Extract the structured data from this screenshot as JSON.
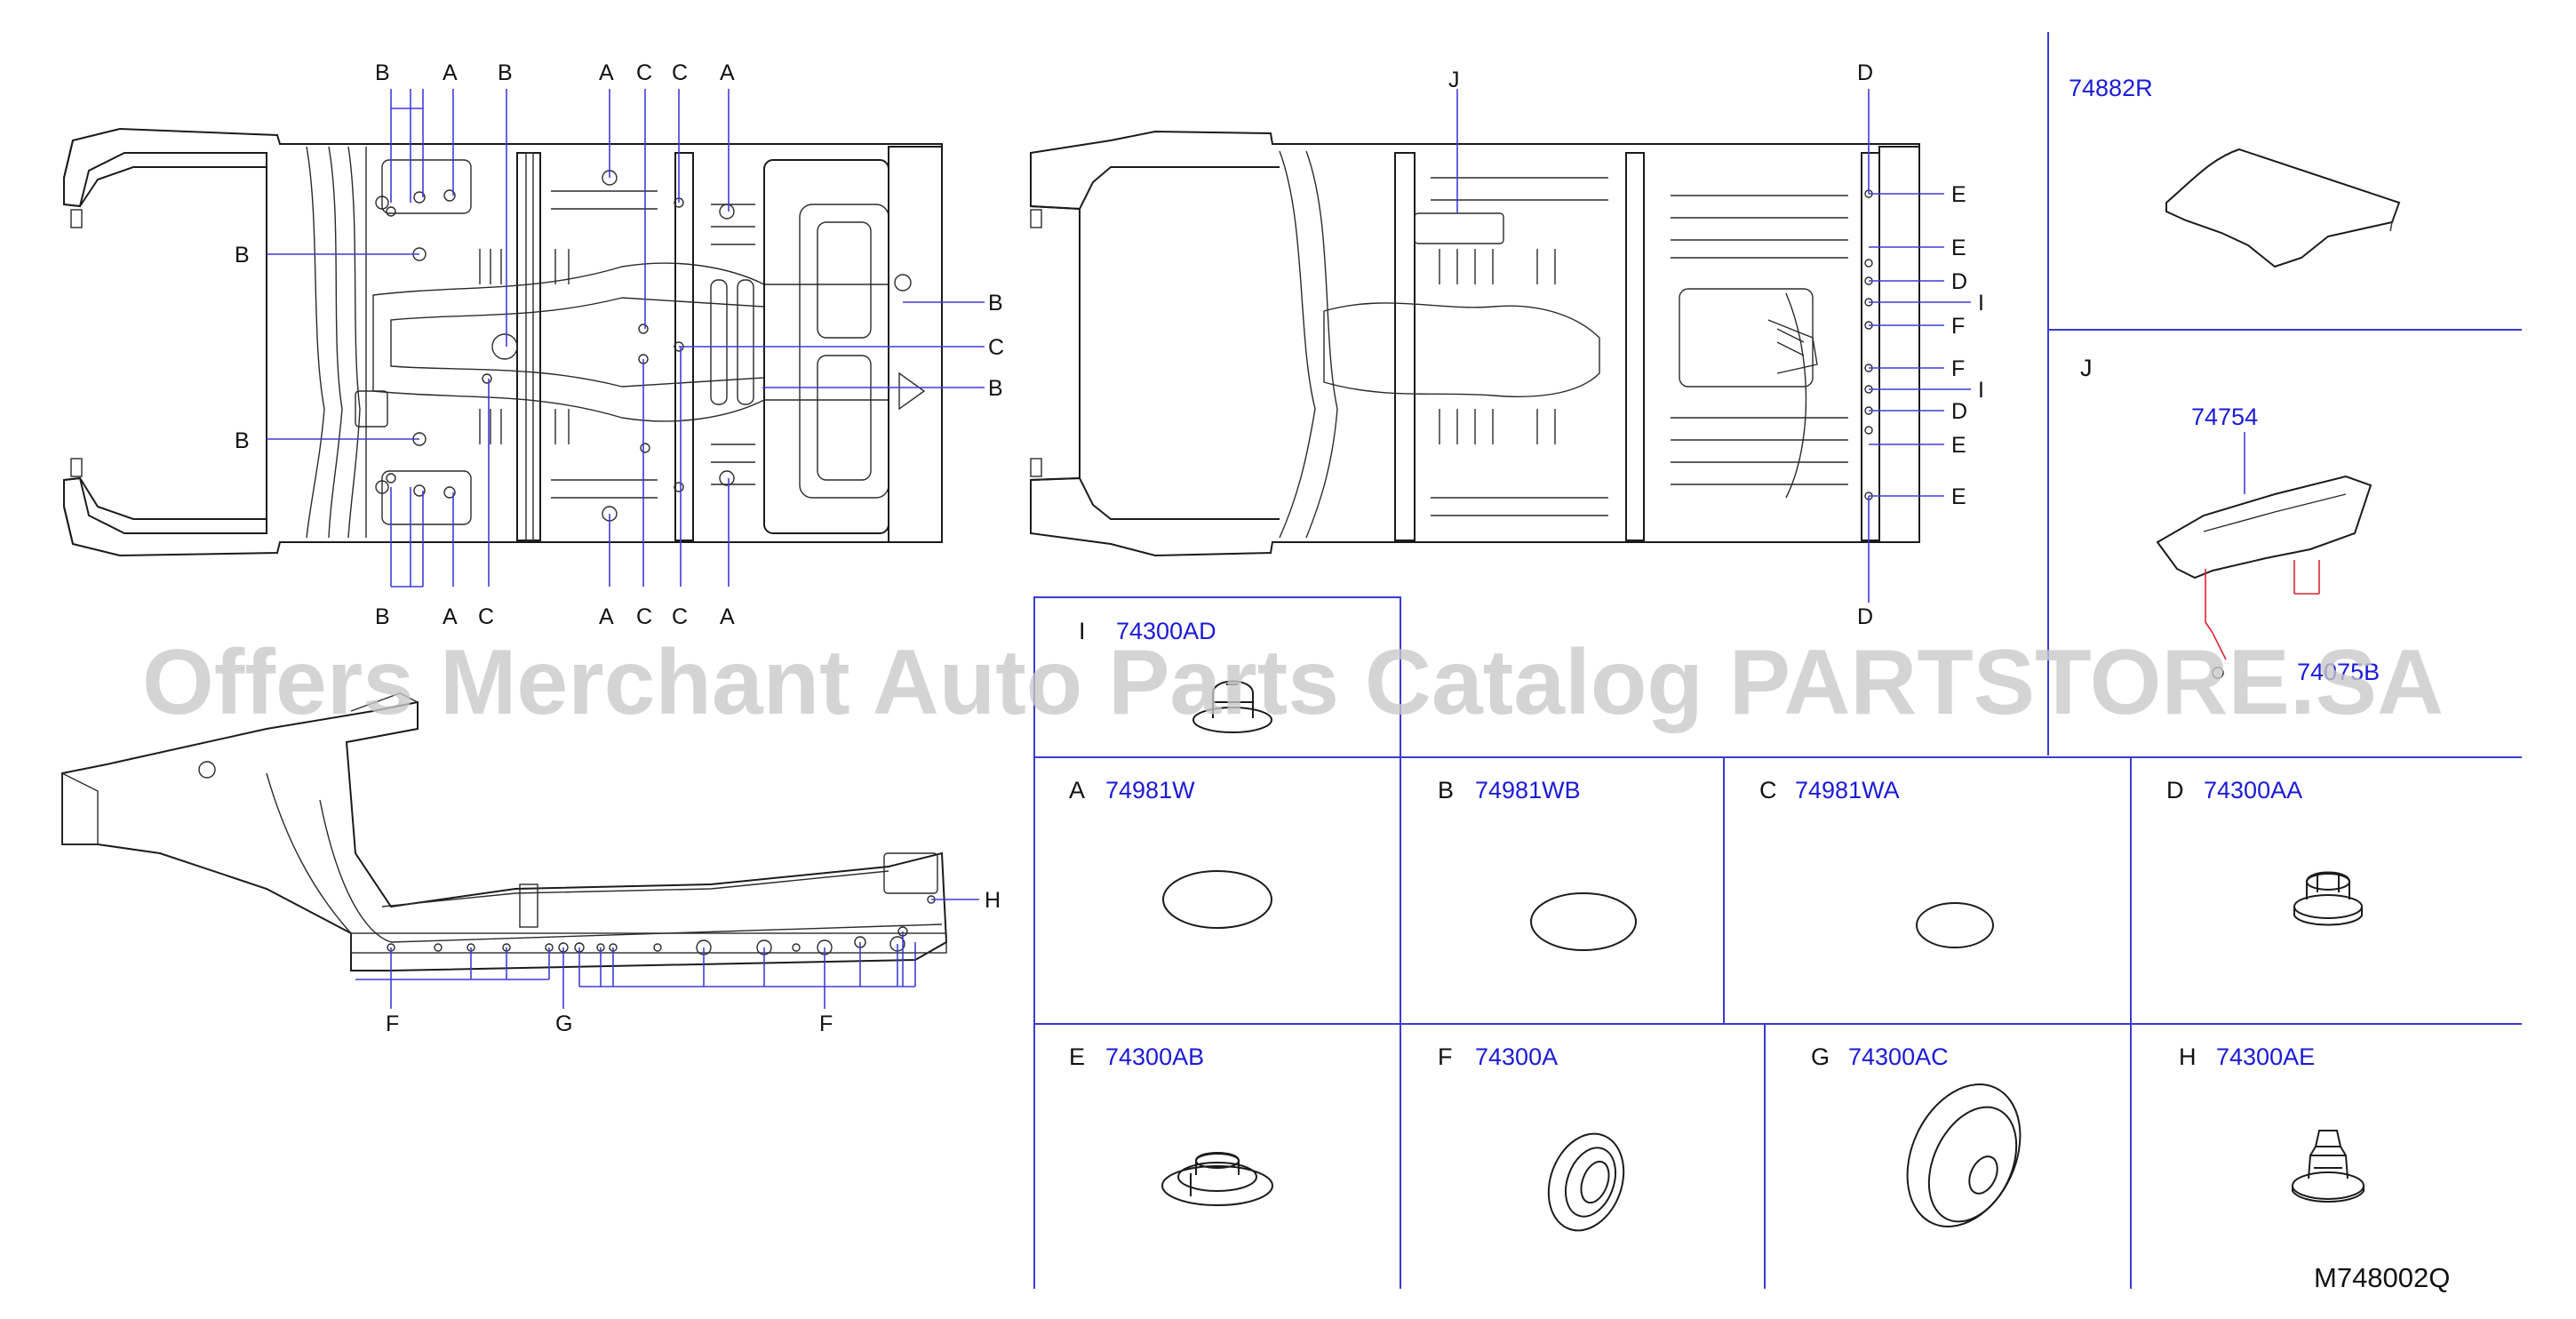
{
  "diagram": {
    "reference_code": "M748002Q",
    "watermark": "Offers Merchant Auto Parts Catalog PARTSTORE.SA",
    "callouts": {
      "view1_top": [
        "B",
        "A",
        "B",
        "A",
        "C",
        "C",
        "A"
      ],
      "view1_bottom": [
        "B",
        "A",
        "C",
        "A",
        "C",
        "C",
        "A"
      ],
      "view1_left": [
        "B",
        "B"
      ],
      "view1_right": [
        "B",
        "C",
        "B"
      ],
      "view2_top_j": "J",
      "view2_top_d": "D",
      "view2_bottom_d": "D",
      "view2_right": [
        "E",
        "E",
        "D",
        "I",
        "F",
        "F",
        "I",
        "D",
        "E",
        "E"
      ],
      "side_view": [
        "F",
        "G",
        "F",
        "H"
      ]
    },
    "part_cells": [
      {
        "letter": "I",
        "part_number": "74300AD"
      },
      {
        "letter": "A",
        "part_number": "74981W"
      },
      {
        "letter": "B",
        "part_number": "74981WB"
      },
      {
        "letter": "C",
        "part_number": "74981WA"
      },
      {
        "letter": "D",
        "part_number": "74300AA"
      },
      {
        "letter": "E",
        "part_number": "74300AB"
      },
      {
        "letter": "F",
        "part_number": "74300A"
      },
      {
        "letter": "G",
        "part_number": "74300AC"
      },
      {
        "letter": "H",
        "part_number": "74300AE"
      }
    ],
    "insulator_panel": {
      "part_number": "74882R"
    },
    "j_panel": {
      "letter": "J",
      "part_number": "74754",
      "clip_part_number": "74075B"
    }
  }
}
